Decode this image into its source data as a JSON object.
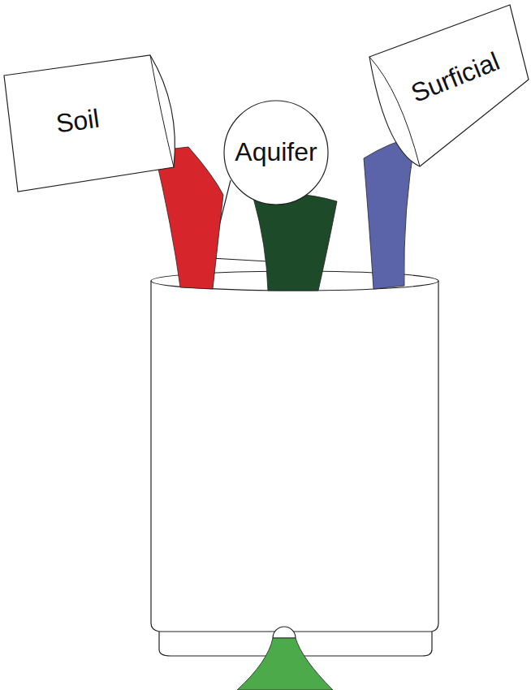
{
  "diagram": {
    "nodes": [
      {
        "text": [
          "Soil"
        ]
      },
      {
        "text": [
          "Aquifer"
        ]
      },
      {
        "text": [
          "Surficial"
        ]
      }
    ]
  }
}
